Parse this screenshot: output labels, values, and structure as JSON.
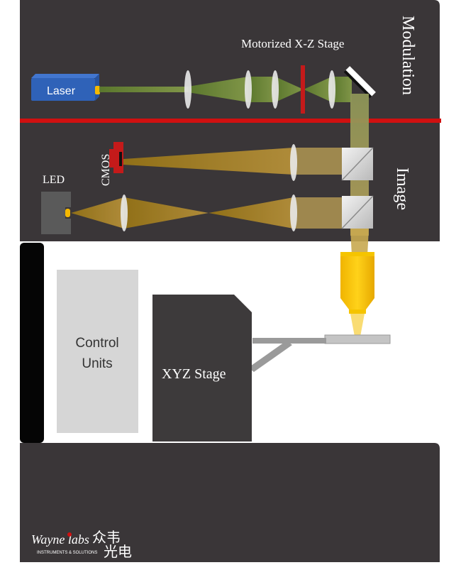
{
  "labels": {
    "laser": "Laser",
    "motorized_stage": "Motorized X-Z Stage",
    "modulation": "Modulation",
    "cmos": "CMOS",
    "led": "LED",
    "image": "Image",
    "control_units": [
      "Control",
      "Units"
    ],
    "xyz_stage": "XYZ Stage"
  },
  "logo": {
    "brand": "Wayne labs",
    "tagline": "INSTRUMENTS & SOLUTIONS",
    "chinese": [
      "众韦",
      "光电"
    ]
  },
  "colors": {
    "panel": "#3a3638",
    "panel_edge": "#2a2729",
    "divider": "#d01010",
    "laser_body": "#2f62b8",
    "laser_aperture": "#f5b800",
    "green_beam": "#6f8f38",
    "yellow_beam": "#9b7a1e",
    "objective": "#f5c400",
    "lens": "#e6e6e6",
    "gray_box": "#d6d6d6",
    "stage_dark": "#3d3a3b",
    "led_body": "#5a5a5a",
    "cmos_red": "#c41a1a"
  }
}
